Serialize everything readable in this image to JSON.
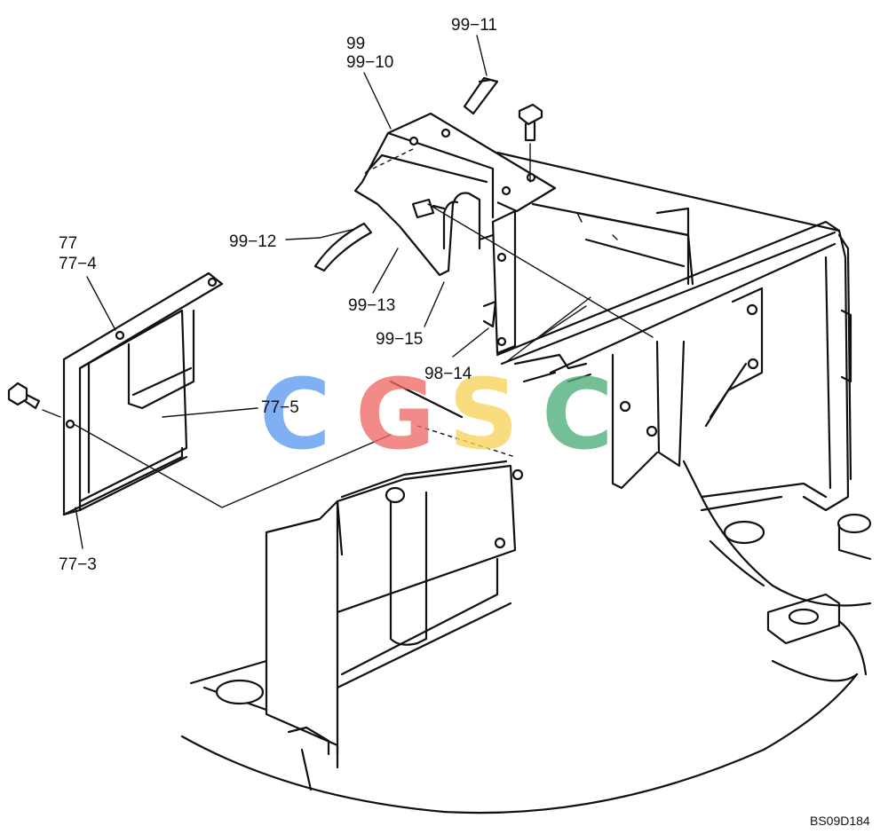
{
  "callouts": {
    "c99": "99",
    "c99_10": "99−10",
    "c99_11": "99−11",
    "c99_12": "99−12",
    "c99_13": "99−13",
    "c99_15": "99−15",
    "c98_14": "98−14",
    "c77": "77",
    "c77_4": "77−4",
    "c77_5": "77−5",
    "c77_3": "77−3"
  },
  "watermark": {
    "letters": [
      "C",
      "G",
      "S",
      "C"
    ],
    "colors": [
      "#5B9BF0",
      "#EF6A66",
      "#F7D35A",
      "#4FAE7A"
    ]
  },
  "drawing_code": "BS09D184"
}
